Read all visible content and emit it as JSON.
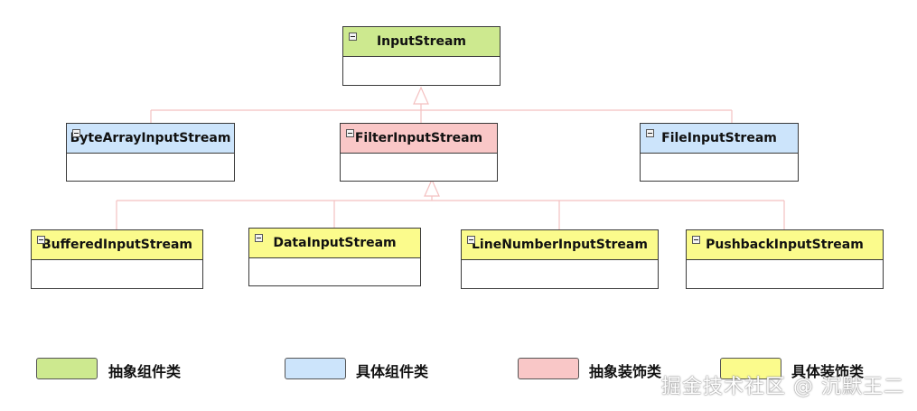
{
  "classes": {
    "input_stream": "InputStream",
    "byte_array": "ByteArrayInputStream",
    "filter": "FilterInputStream",
    "file": "FileInputStream",
    "buffered": "BufferedInputStream",
    "data": "DataInputStream",
    "line_number": "LineNumberInputStream",
    "pushback": "PushbackInputStream"
  },
  "legend": {
    "abstract_component": "抽象组件类",
    "concrete_component": "具体组件类",
    "abstract_decorator": "抽象装饰类",
    "concrete_decorator": "具体装饰类"
  },
  "colors": {
    "abstract_component": "#cde98f",
    "concrete_component": "#cce4fb",
    "abstract_decorator": "#f9c7c7",
    "concrete_decorator": "#fbfb8c",
    "connector": "#f4c0c0"
  },
  "watermark": "掘金技术社区 @ 沉默王二"
}
